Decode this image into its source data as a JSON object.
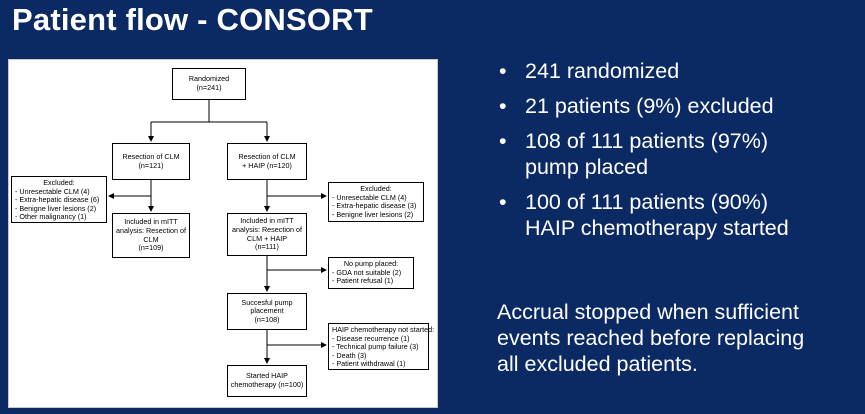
{
  "title": "Patient flow - CONSORT",
  "diagram": {
    "randomized": [
      "Randomized",
      "(n=241)"
    ],
    "arm_clm": [
      "Resection of CLM",
      "(n=121)"
    ],
    "arm_haip": [
      "Resection of CLM",
      "+ HAIP (n=120)"
    ],
    "excluded_left": [
      "Excluded:",
      "- Unresectable CLM (4)",
      "- Extra-hepatic disease (6)",
      "- Benigne liver lesions (2)",
      "- Other malignancy (1)"
    ],
    "excluded_right": [
      "Excluded:",
      "- Unresectable CLM (4)",
      "- Extra-hepatic disease (3)",
      "- Benigne liver lesions (2)"
    ],
    "mitt_clm": [
      "Included in mITT",
      "analysis: Resection of",
      "CLM",
      "(n=109)"
    ],
    "mitt_haip": [
      "Included in mITT",
      "analysis: Resection of",
      "CLM + HAIP",
      "(n=111)"
    ],
    "no_pump": [
      "No pump placed:",
      "- GDA not suitable (2)",
      "- Patient refusal (1)"
    ],
    "pump_placed": [
      "Succesful pump",
      "placement",
      "(n=108)"
    ],
    "haip_not_started": [
      "HAIP chemotherapy not started:",
      "- Disease recurrence (1)",
      "- Technical pump failure (3)",
      "- Death (3)",
      "- Patient withdrawal (1)"
    ],
    "haip_started": [
      "Started HAIP",
      "chemotherapy (n=100)"
    ]
  },
  "bullets": [
    [
      "241 randomized"
    ],
    [
      "21 patients (9%) excluded"
    ],
    [
      "108 of 111 patients (97%)",
      "pump placed"
    ],
    [
      "100 of 111 patients (90%)",
      "HAIP chemotherapy started"
    ]
  ],
  "bullet_symbol": "•",
  "note": [
    "Accrual stopped when sufficient",
    "events reached before replacing",
    "all excluded patients."
  ],
  "colors": {
    "background": "#0b2a63",
    "text": "#ffffff",
    "figure_bg": "#ffffff"
  }
}
